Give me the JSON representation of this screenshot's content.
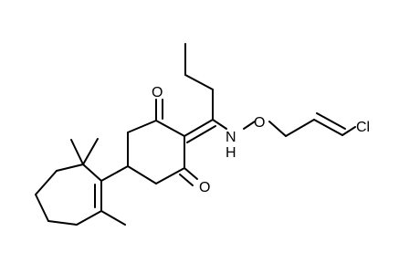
{
  "structure": {
    "atoms": {
      "o_top": "O",
      "o_bottom": "O",
      "n": "N",
      "h": "H",
      "o_ether": "O",
      "cl": "Cl"
    }
  },
  "colors": {
    "bond": "#000000",
    "label": "#000000",
    "background": "#ffffff"
  }
}
